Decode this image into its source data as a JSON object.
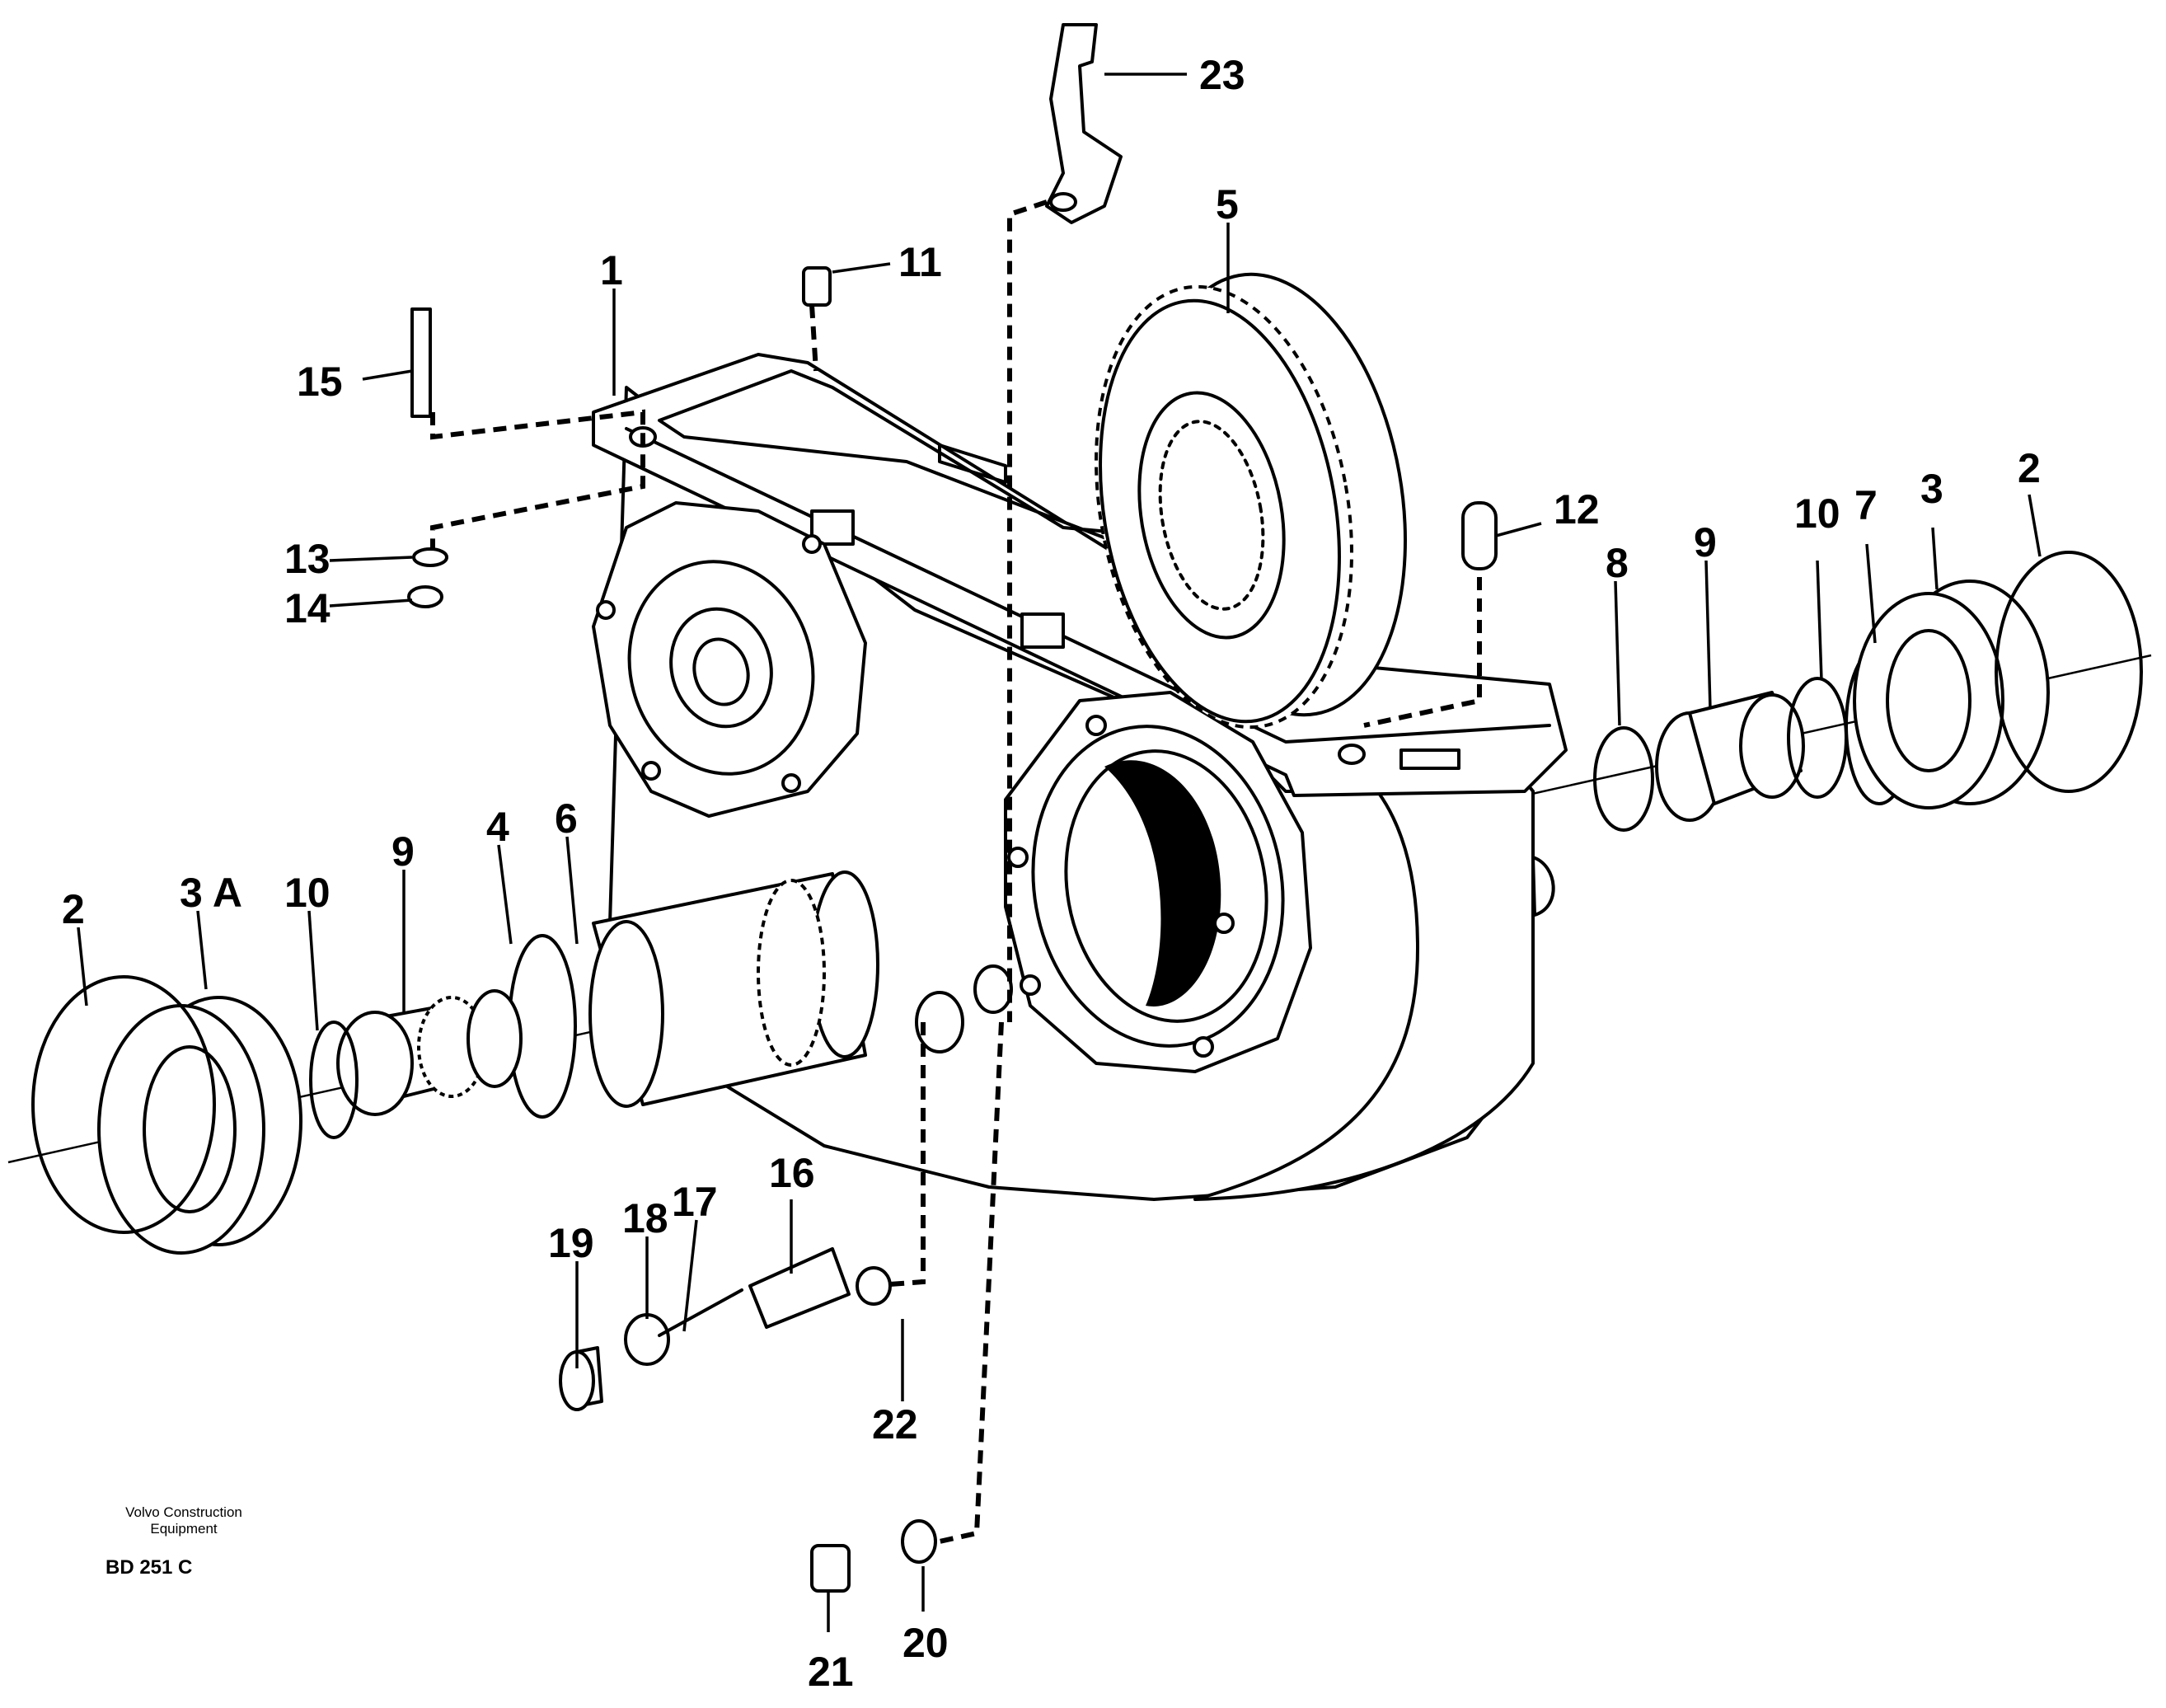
{
  "callouts": [
    {
      "id": "1",
      "label": "1"
    },
    {
      "id": "2a",
      "label": "2"
    },
    {
      "id": "2b",
      "label": "2"
    },
    {
      "id": "3",
      "label": "3"
    },
    {
      "id": "3A",
      "label": "3 A"
    },
    {
      "id": "4",
      "label": "4"
    },
    {
      "id": "5",
      "label": "5"
    },
    {
      "id": "6",
      "label": "6"
    },
    {
      "id": "7",
      "label": "7"
    },
    {
      "id": "8",
      "label": "8"
    },
    {
      "id": "9a",
      "label": "9"
    },
    {
      "id": "9b",
      "label": "9"
    },
    {
      "id": "10a",
      "label": "10"
    },
    {
      "id": "10b",
      "label": "10"
    },
    {
      "id": "11",
      "label": "11"
    },
    {
      "id": "12",
      "label": "12"
    },
    {
      "id": "13",
      "label": "13"
    },
    {
      "id": "14",
      "label": "14"
    },
    {
      "id": "15",
      "label": "15"
    },
    {
      "id": "16",
      "label": "16"
    },
    {
      "id": "17",
      "label": "17"
    },
    {
      "id": "18",
      "label": "18"
    },
    {
      "id": "19",
      "label": "19"
    },
    {
      "id": "20",
      "label": "20"
    },
    {
      "id": "21",
      "label": "21"
    },
    {
      "id": "22",
      "label": "22"
    },
    {
      "id": "23",
      "label": "23"
    }
  ],
  "caption": {
    "company_line1": "Volvo Construction",
    "company_line2": "Equipment",
    "drawing_code": "BD 251 C"
  }
}
